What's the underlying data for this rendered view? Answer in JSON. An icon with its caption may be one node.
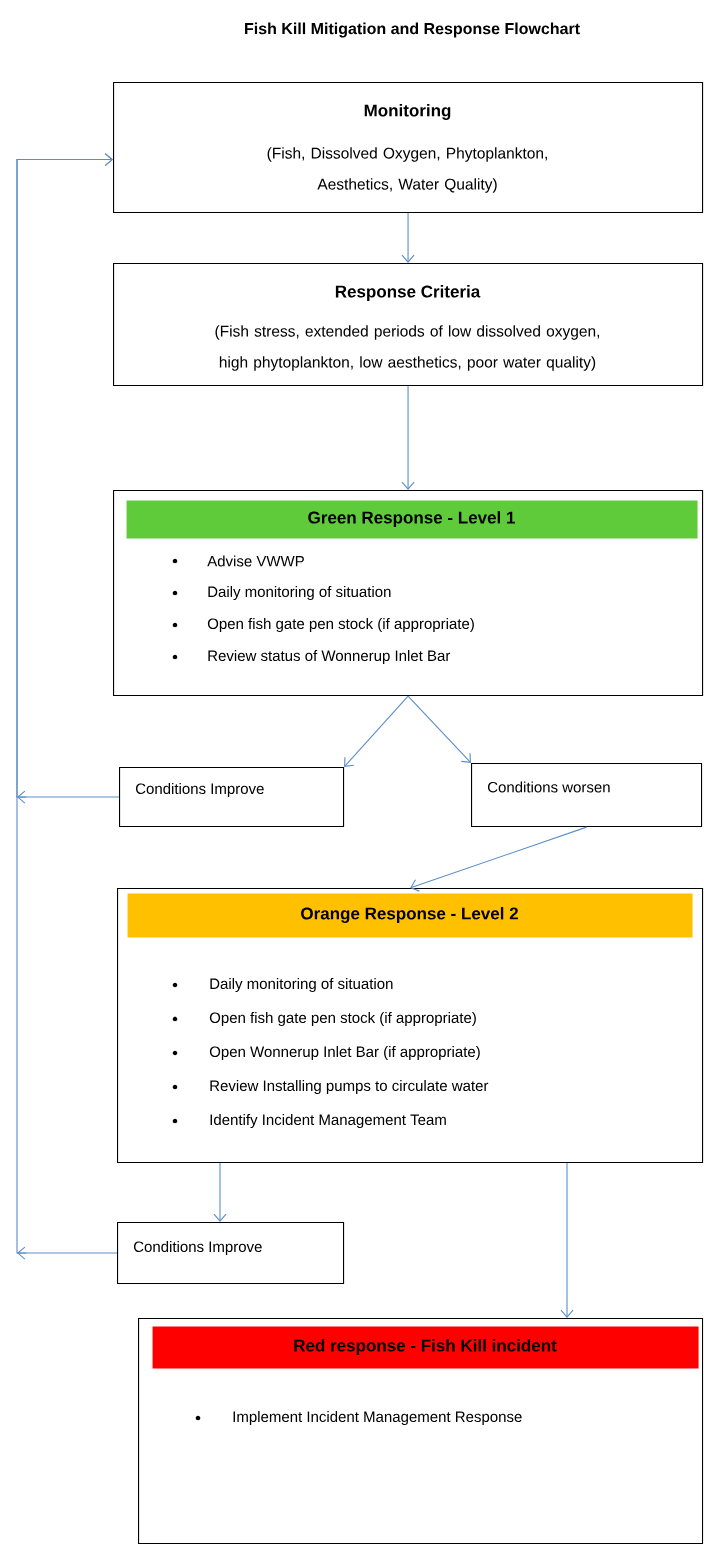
{
  "diagram": {
    "title": "Fish Kill Mitigation and Response Flowchart",
    "nodes": [
      {
        "text": [
          "Monitoring",
          "(Fish, Dissolved Oxygen, Phytoplankton, Aesthetics, Water Quality)"
        ]
      },
      {
        "text": [
          "Response Criteria",
          "(Fish stress, extended periods of low dissolved oxygen, high phytoplankton, low aesthetics, poor water quality)"
        ]
      },
      {
        "text": [
          "Advise VWWP",
          "Daily monitoring of situation",
          "Open fish gate pen stock (if appropriate)",
          "Review status of Wonnerup Inlet Bar"
        ]
      },
      {
        "text": [
          "Green Response - Level 1"
        ],
        "in": 2
      },
      {
        "text": [
          "Conditions Improve"
        ]
      },
      {
        "text": [
          "Conditions worsen"
        ]
      },
      {
        "text": [
          "Daily monitoring of situation",
          "Open fish gate pen stock (if appropriate)",
          "Open  Wonnerup Inlet Bar (if appropriate)",
          "Review Installing  pumps to circulate water",
          "Identify Incident Management Team"
        ]
      },
      {
        "text": [
          "Orange Response - Level 2"
        ],
        "in": 6
      },
      {
        "text": [
          "Conditions Improve"
        ]
      },
      {
        "text": [
          "Implement Incident Management Response"
        ]
      },
      {
        "text": [
          "Red response - Fish Kill incident"
        ],
        "in": 9
      }
    ],
    "edges": [
      {
        "from": 0,
        "to": 1,
        "arrow": "to"
      },
      {
        "from": 1,
        "to": 2,
        "arrow": "to"
      },
      {
        "from": 2,
        "to": 4,
        "arrow": "to"
      },
      {
        "from": 2,
        "to": 5,
        "arrow": "to"
      },
      {
        "from": 5,
        "to": 6,
        "arrow": "to"
      },
      {
        "from": 6,
        "to": 8,
        "arrow": "to"
      },
      {
        "from": 6,
        "to": 9,
        "arrow": "to"
      },
      {
        "from": 4,
        "to": 0,
        "arrow": "to"
      },
      {
        "from": 8,
        "to": 0,
        "arrow": "to"
      }
    ]
  }
}
